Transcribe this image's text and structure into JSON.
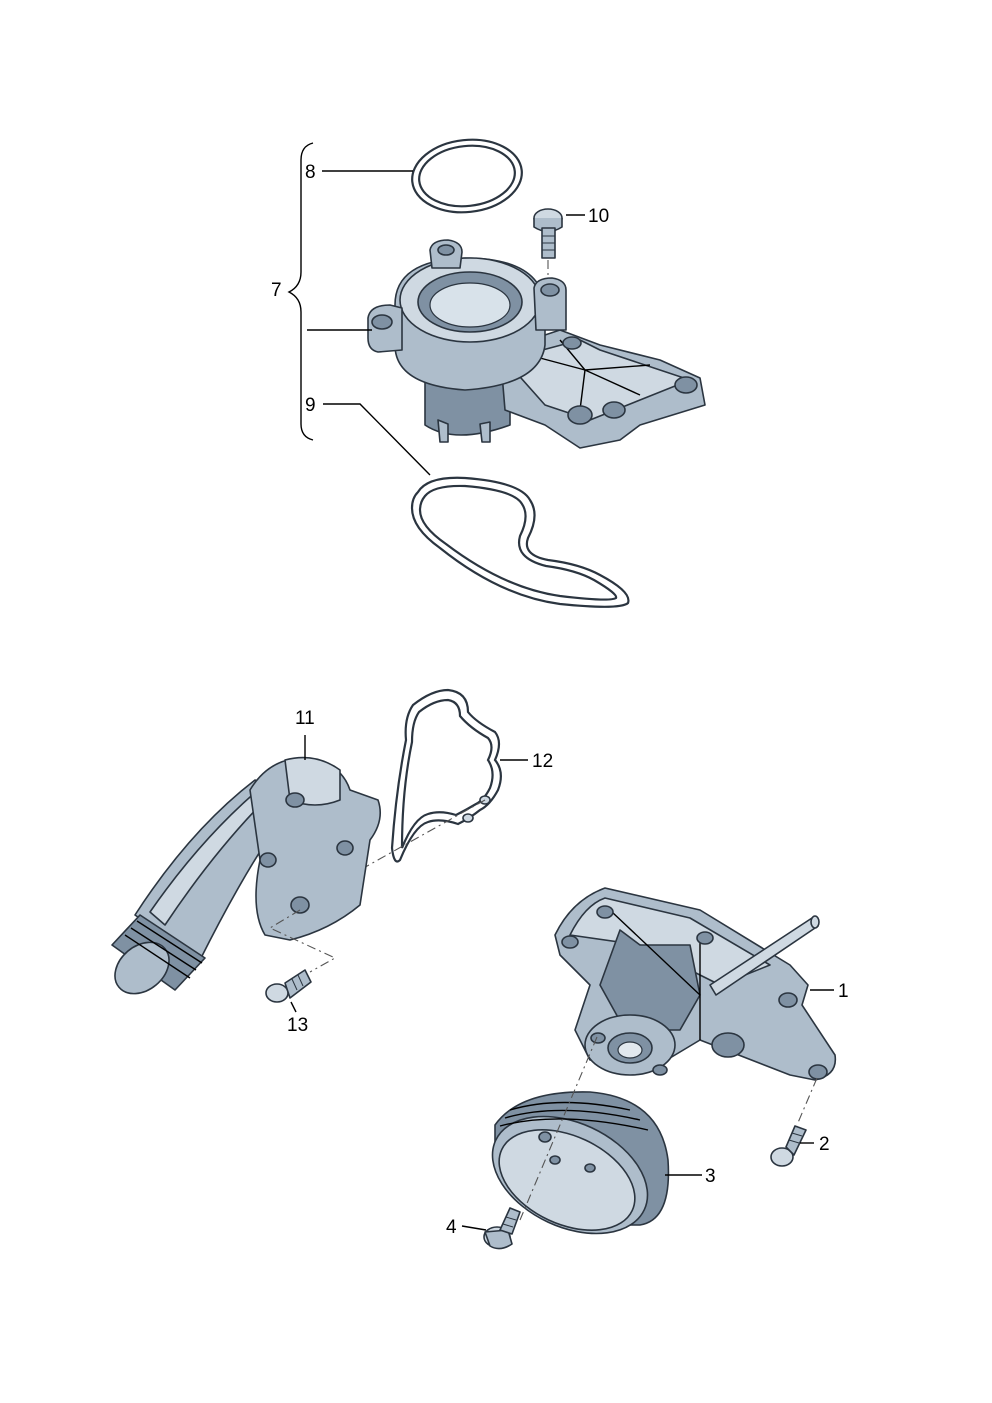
{
  "callouts": {
    "c1": "1",
    "c2": "2",
    "c3": "3",
    "c4": "4",
    "c7": "7",
    "c8": "8",
    "c9": "9",
    "c10": "10",
    "c11": "11",
    "c12": "12",
    "c13": "13"
  },
  "colors": {
    "part_fill": "#aebdcb",
    "part_highlight": "#cfd9e2",
    "part_shadow": "#7f91a3",
    "outline": "#2b3540",
    "background": "#ffffff"
  }
}
